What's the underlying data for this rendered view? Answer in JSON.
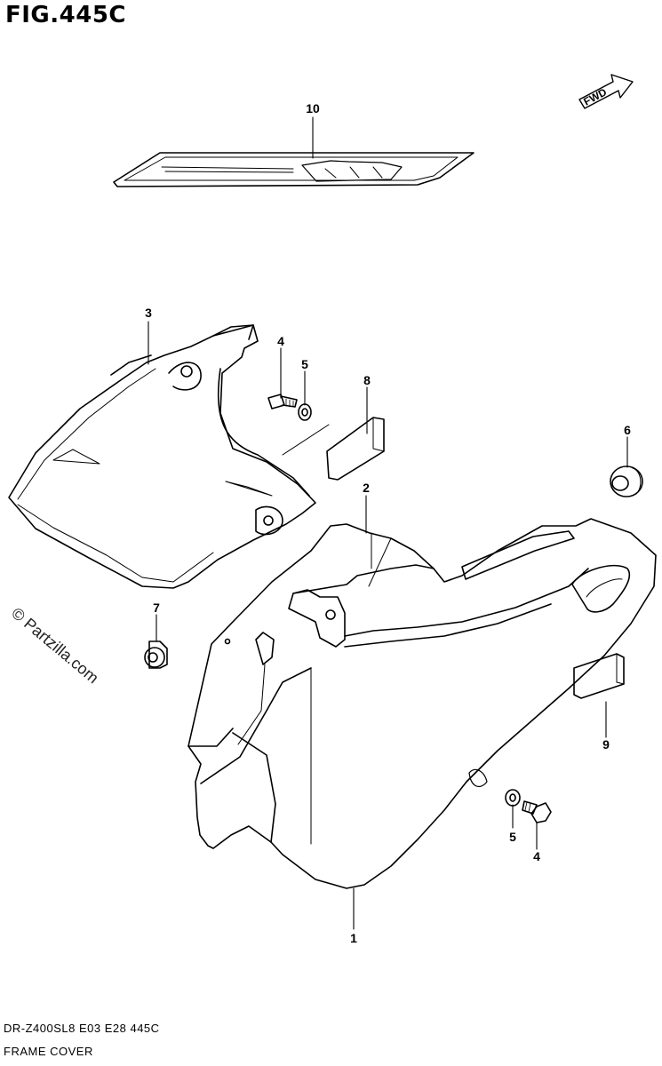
{
  "figure": {
    "title": "FIG.445C"
  },
  "callouts": [
    {
      "id": "c10",
      "label": "10"
    },
    {
      "id": "c3",
      "label": "3"
    },
    {
      "id": "c4a",
      "label": "4"
    },
    {
      "id": "c5a",
      "label": "5"
    },
    {
      "id": "c8",
      "label": "8"
    },
    {
      "id": "c6",
      "label": "6"
    },
    {
      "id": "c2",
      "label": "2"
    },
    {
      "id": "c7",
      "label": "7"
    },
    {
      "id": "c9",
      "label": "9"
    },
    {
      "id": "c5b",
      "label": "5"
    },
    {
      "id": "c4b",
      "label": "4"
    },
    {
      "id": "c1",
      "label": "1"
    }
  ],
  "fwd_label": "FWD",
  "watermark": "© Partzilla.com",
  "footer": {
    "model_code": "DR-Z400SL8  E03  E28  445C",
    "section_name": "FRAME COVER"
  }
}
